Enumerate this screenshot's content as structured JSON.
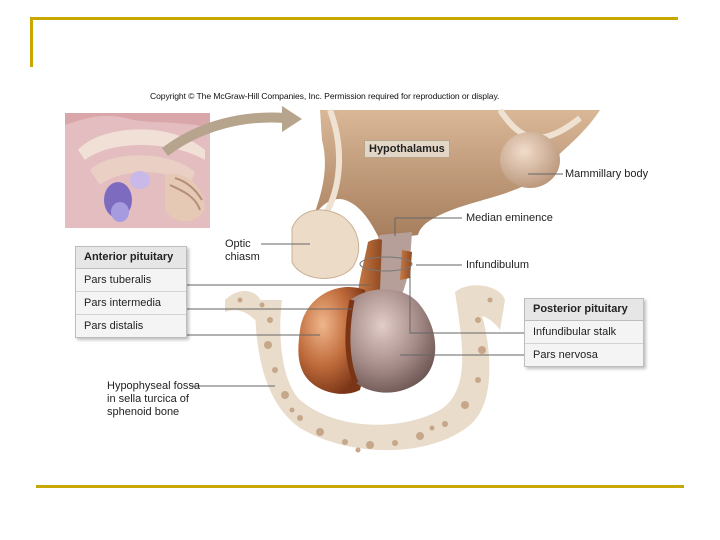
{
  "copyright": "Copyright © The McGraw-Hill Companies, Inc. Permission required for reproduction or display.",
  "labels": {
    "hypothalamus": "Hypothalamus",
    "mammillary_body": "Mammillary body",
    "median_eminence": "Median eminence",
    "optic_chiasm": "Optic\nchiasm",
    "infundibulum": "Infundibulum",
    "hypophyseal_fossa": "Hypophyseal fossa\nin sella turcica of\nsphenoid bone"
  },
  "anterior_box": {
    "title": "Anterior pituitary",
    "items": [
      "Pars tuberalis",
      "Pars intermedia",
      "Pars distalis"
    ]
  },
  "posterior_box": {
    "title": "Posterior pituitary",
    "items": [
      "Infundibular stalk",
      "Pars nervosa"
    ]
  },
  "colors": {
    "accent_border": "#c8a800",
    "anterior_lobe": "#b8683a",
    "posterior_lobe": "#a89090",
    "bone": "#e9dccb",
    "brain_tissue": "#e2c5a9"
  }
}
